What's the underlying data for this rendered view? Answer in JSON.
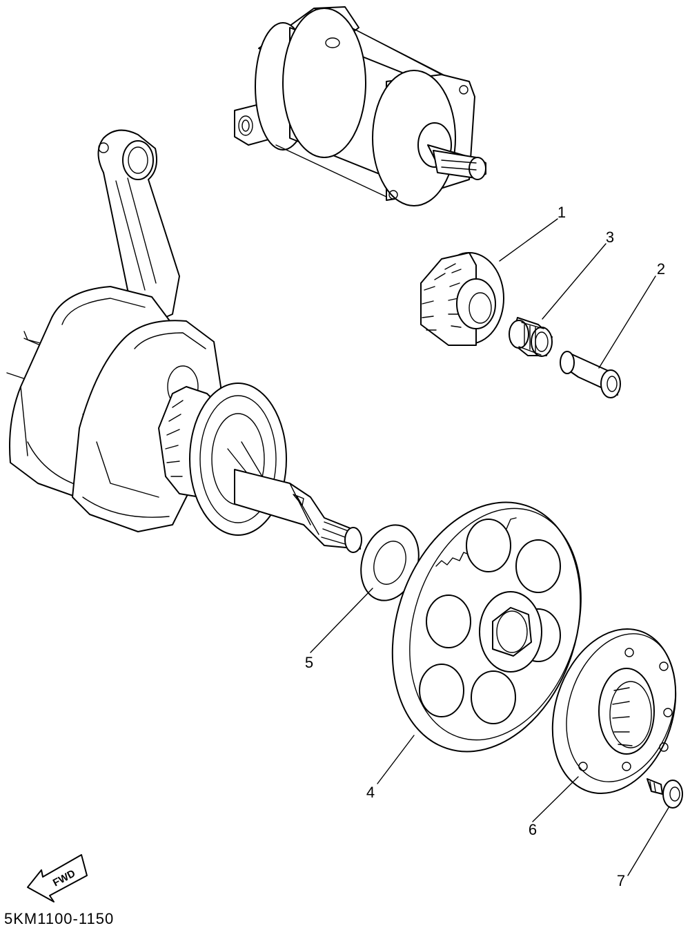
{
  "diagram": {
    "callouts": [
      {
        "id": "c1",
        "label": "1"
      },
      {
        "id": "c2",
        "label": "2"
      },
      {
        "id": "c3",
        "label": "3"
      },
      {
        "id": "c4",
        "label": "4"
      },
      {
        "id": "c5",
        "label": "5"
      },
      {
        "id": "c6",
        "label": "6"
      },
      {
        "id": "c7",
        "label": "7"
      }
    ],
    "fwd_label": "FWD",
    "diagram_code": "5KM1100-1150"
  },
  "parts": {
    "starter_motor": "starter-motor",
    "crankshaft": "crankshaft-assembly",
    "idle_gear": "idle-gear",
    "bearing": "needle-bearing",
    "shaft": "idle-gear-shaft",
    "starter_wheel_gear": "starter-wheel-gear",
    "washer": "washer",
    "one_way_clutch": "one-way-clutch",
    "bolt": "bolt"
  },
  "icons": {
    "fwd_arrow": "fwd-arrow-icon"
  }
}
